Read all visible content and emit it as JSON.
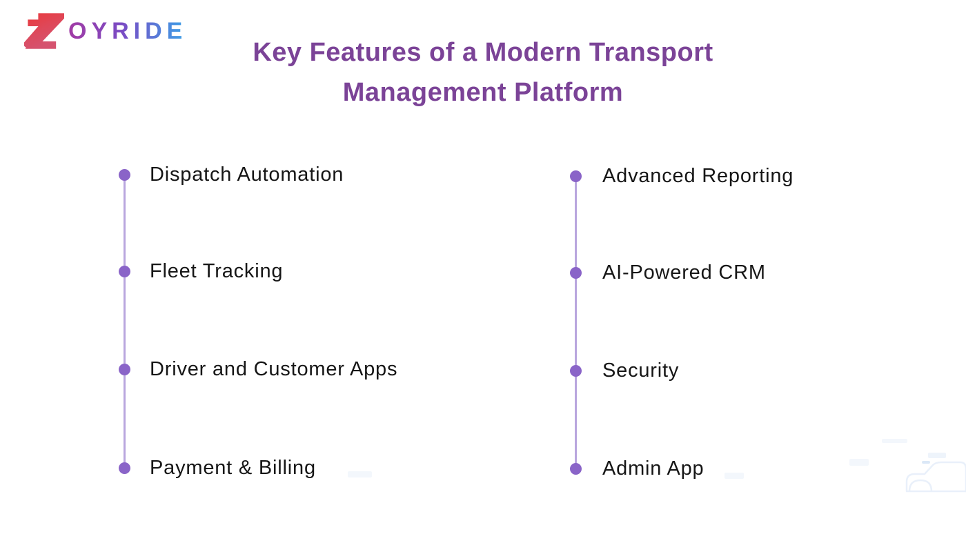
{
  "logo": {
    "glyph": "Z",
    "wordmark": "OYRIDE"
  },
  "title": {
    "line1": "Key Features of a Modern Transport",
    "line2": "Management Platform"
  },
  "features": {
    "left": [
      {
        "label": "Dispatch Automation"
      },
      {
        "label": "Fleet Tracking"
      },
      {
        "label": "Driver and Customer Apps"
      },
      {
        "label": "Payment & Billing"
      }
    ],
    "right": [
      {
        "label": "Advanced Reporting"
      },
      {
        "label": "AI-Powered CRM"
      },
      {
        "label": "Security"
      },
      {
        "label": "Admin App"
      }
    ]
  },
  "theme": {
    "background": "#FFFFFF",
    "title_color": "#7B4397",
    "item_text_color": "#161616",
    "dot_color": "#8A64C8",
    "rail_color": "#B9A6DE",
    "logo_z_gradient_start": "#E63E46",
    "logo_z_gradient_end": "#D5536F",
    "logo_wordmark_gradient_start": "#A23BA4",
    "logo_wordmark_gradient_mid": "#7A4BC4",
    "logo_wordmark_gradient_end": "#3BA2E8",
    "watermark_color": "#F3F7FC"
  }
}
